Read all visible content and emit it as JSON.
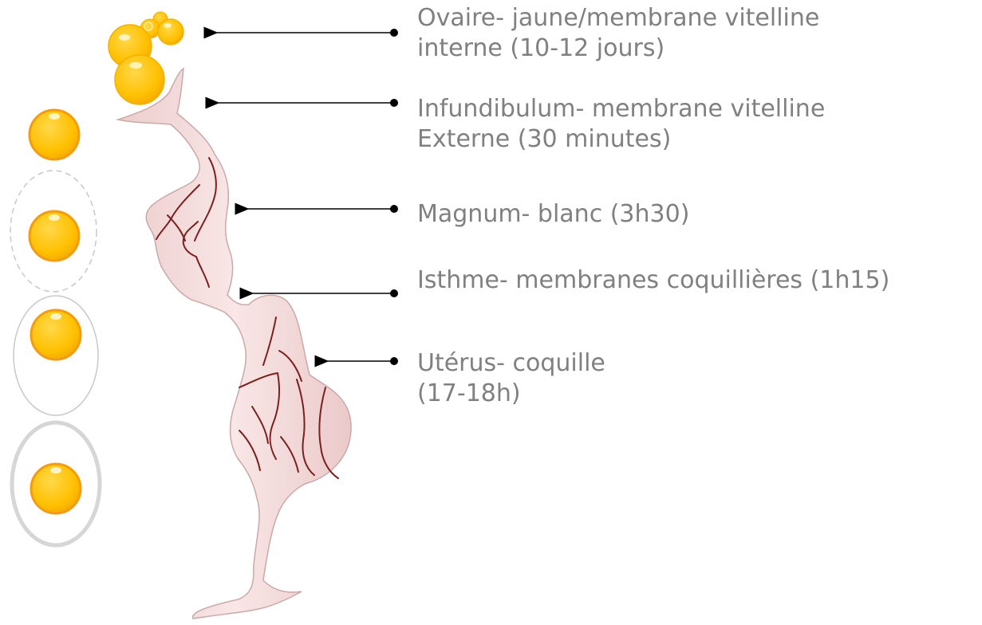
{
  "colors": {
    "label_text": "#808080",
    "yolk_fill": "#FFC000",
    "yolk_stroke": "#F39C12",
    "oviduct_fill": "#F7DEDE",
    "oviduct_stroke": "#C9A9A9",
    "vessel": "#7B1F1F",
    "arrow": "#000000"
  },
  "stages": [
    {
      "id": "ovaire",
      "lines": [
        "Ovaire- jaune/membrane vitelline",
        "interne (10-12 jours)"
      ]
    },
    {
      "id": "infundibulum",
      "lines": [
        "Infundibulum- membrane vitelline",
        "Externe (30 minutes)"
      ]
    },
    {
      "id": "magnum",
      "lines": [
        "Magnum- blanc (3h30)"
      ]
    },
    {
      "id": "isthme",
      "lines": [
        "Isthme- membranes coquillières (1h15)"
      ]
    },
    {
      "id": "uterus",
      "lines": [
        "Utérus- coquille",
        "(17-18h)"
      ]
    }
  ],
  "egg_sequence": [
    {
      "step": "yolk",
      "icon": "yolk-icon"
    },
    {
      "step": "yolk-with-white",
      "icon": "egg-white-dashed-icon"
    },
    {
      "step": "yolk-with-membranes",
      "icon": "egg-membrane-icon"
    },
    {
      "step": "yolk-with-shell",
      "icon": "egg-shell-icon"
    }
  ]
}
